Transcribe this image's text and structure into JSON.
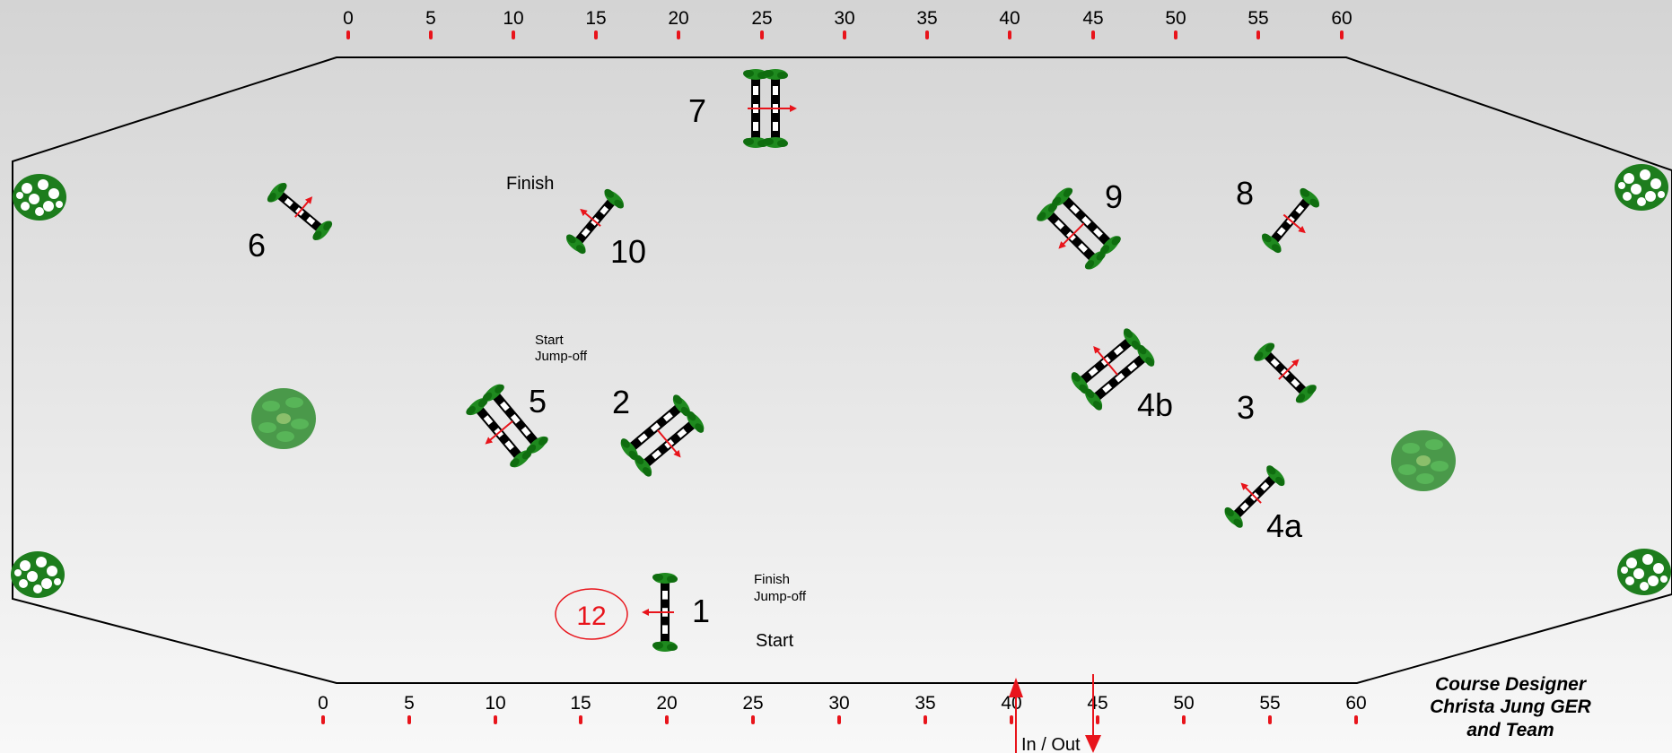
{
  "scale_top": [
    "0",
    "5",
    "10",
    "15",
    "20",
    "25",
    "30",
    "35",
    "40",
    "45",
    "50",
    "55",
    "60"
  ],
  "scale_bottom": [
    "0",
    "5",
    "10",
    "15",
    "20",
    "25",
    "30",
    "35",
    "40",
    "45",
    "50",
    "55",
    "60"
  ],
  "jumps": {
    "j1": "1",
    "j2": "2",
    "j3": "3",
    "j4a": "4a",
    "j4b": "4b",
    "j5": "5",
    "j6": "6",
    "j7": "7",
    "j8": "8",
    "j9": "9",
    "j10": "10",
    "j12": "12"
  },
  "labels": {
    "finish": "Finish",
    "start": "Start",
    "start_jumpoff_1": "Start",
    "start_jumpoff_2": "Jump-off",
    "finish_jumpoff_1": "Finish",
    "finish_jumpoff_2": "Jump-off",
    "in_out": "In / Out"
  },
  "credit": {
    "line1": "Course Designer",
    "line2": "Christa Jung  GER",
    "line3": "and Team"
  },
  "colors": {
    "tick_mark": "#e8141b",
    "arrow": "#e8141b",
    "shrub": "#1a7a1a",
    "bg_top": "#d6d6d6",
    "bg_bottom": "#f7f7f7"
  }
}
